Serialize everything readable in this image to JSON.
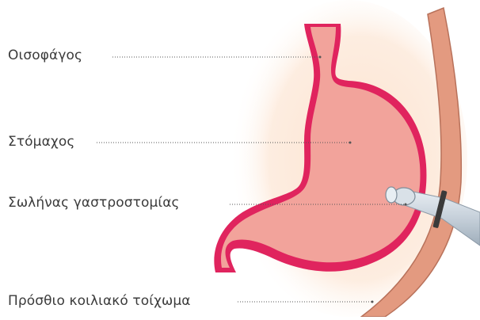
{
  "labels": {
    "oesophagus": "Οισοφάγος",
    "stomach": "Στόμαχος",
    "gastrostomy_tube": "Σωλήνας γαστροστομίας",
    "abdominal_wall": "Πρόσθιο κοιλιακό τοίχωμα"
  },
  "colors": {
    "stomach_fill": "#F2A39B",
    "stomach_outline": "#E0245E",
    "abdominal_wall": "#E39A80",
    "background_glow": "#FCE7D5",
    "tube": "#C9D3DD",
    "tube_ring": "#3A3A3A",
    "label_text": "#3B3B3B",
    "leader_line": "#555555"
  }
}
